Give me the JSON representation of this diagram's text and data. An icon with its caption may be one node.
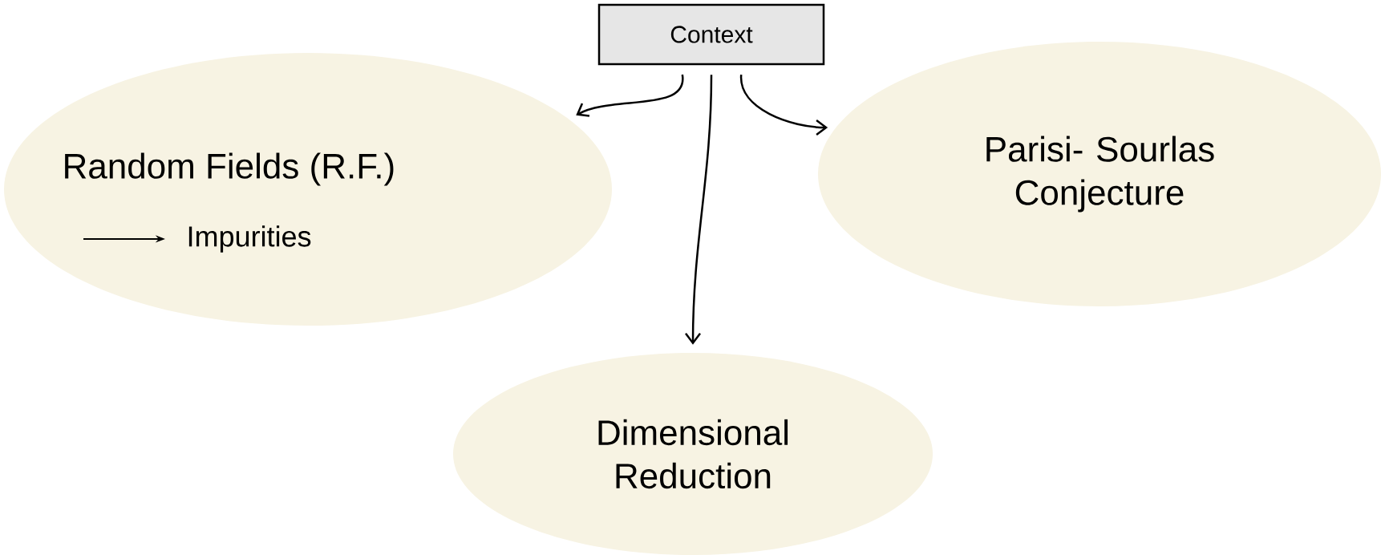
{
  "diagram": {
    "nodes": [
      {
        "text": [
          "Context"
        ]
      },
      {
        "text": [
          "Random Fields (R.F.)",
          "Impurities"
        ]
      },
      {
        "text": [
          "Parisi- Sourlas Conjecture"
        ]
      },
      {
        "text": [
          "Dimensional Reduction"
        ]
      }
    ],
    "edges": [
      {
        "from": 0,
        "to": 1,
        "arrow": "to"
      },
      {
        "from": 0,
        "to": 3,
        "arrow": "to"
      },
      {
        "from": 0,
        "to": 2,
        "arrow": "to"
      }
    ]
  }
}
